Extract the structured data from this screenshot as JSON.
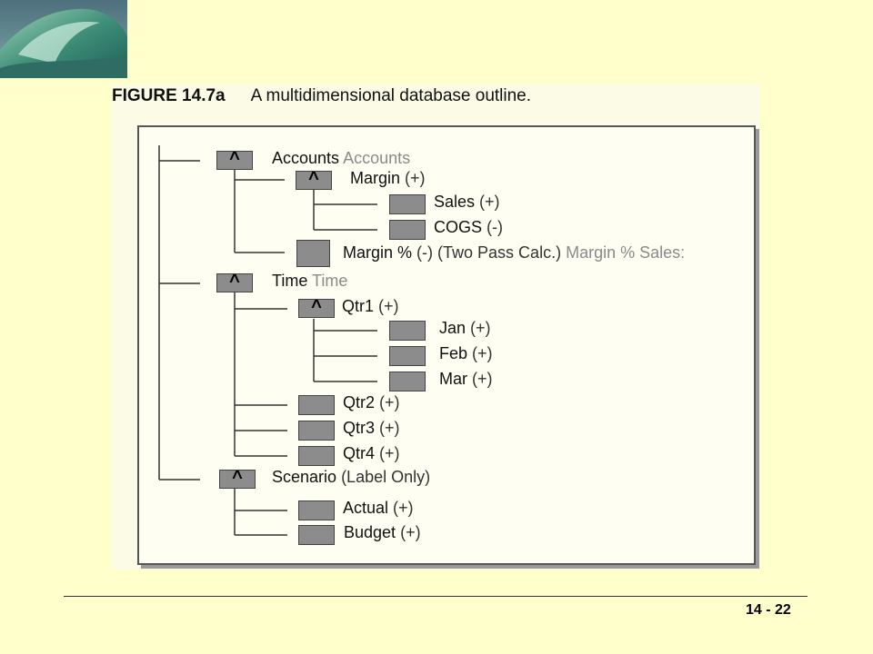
{
  "slide": {
    "page_number": "14 - 22",
    "caption_number": "FIGURE 14.7a",
    "caption_text": "A multidimensional database outline."
  },
  "outline": {
    "accounts": {
      "name": "Accounts",
      "alias": "Accounts"
    },
    "margin": {
      "name": "Margin",
      "prop": "(+)"
    },
    "sales": {
      "name": "Sales",
      "prop": "(+)"
    },
    "cogs": {
      "name": "COGS",
      "prop": "(-)"
    },
    "margin_pct": {
      "name": "Margin %",
      "prop": "(-) (Two Pass Calc.)",
      "alias": "Margin % Sales:"
    },
    "time": {
      "name": "Time",
      "alias": "Time"
    },
    "qtr1": {
      "name": "Qtr1",
      "prop": "(+)"
    },
    "jan": {
      "name": "Jan",
      "prop": "(+)"
    },
    "feb": {
      "name": "Feb",
      "prop": "(+)"
    },
    "mar": {
      "name": "Mar",
      "prop": "(+)"
    },
    "qtr2": {
      "name": "Qtr2",
      "prop": "(+)"
    },
    "qtr3": {
      "name": "Qtr3",
      "prop": "(+)"
    },
    "qtr4": {
      "name": "Qtr4",
      "prop": "(+)"
    },
    "scenario": {
      "name": "Scenario",
      "prop": "(Label Only)"
    },
    "actual": {
      "name": "Actual",
      "prop": "(+)"
    },
    "budget": {
      "name": "Budget",
      "prop": "(+)"
    }
  },
  "icons": {
    "expand": "^",
    "logo": "wave-image-icon"
  },
  "colors": {
    "background": "#FFFFCC",
    "node_fill": "#8c8c8c",
    "alias_text": "#8a8a8a"
  }
}
